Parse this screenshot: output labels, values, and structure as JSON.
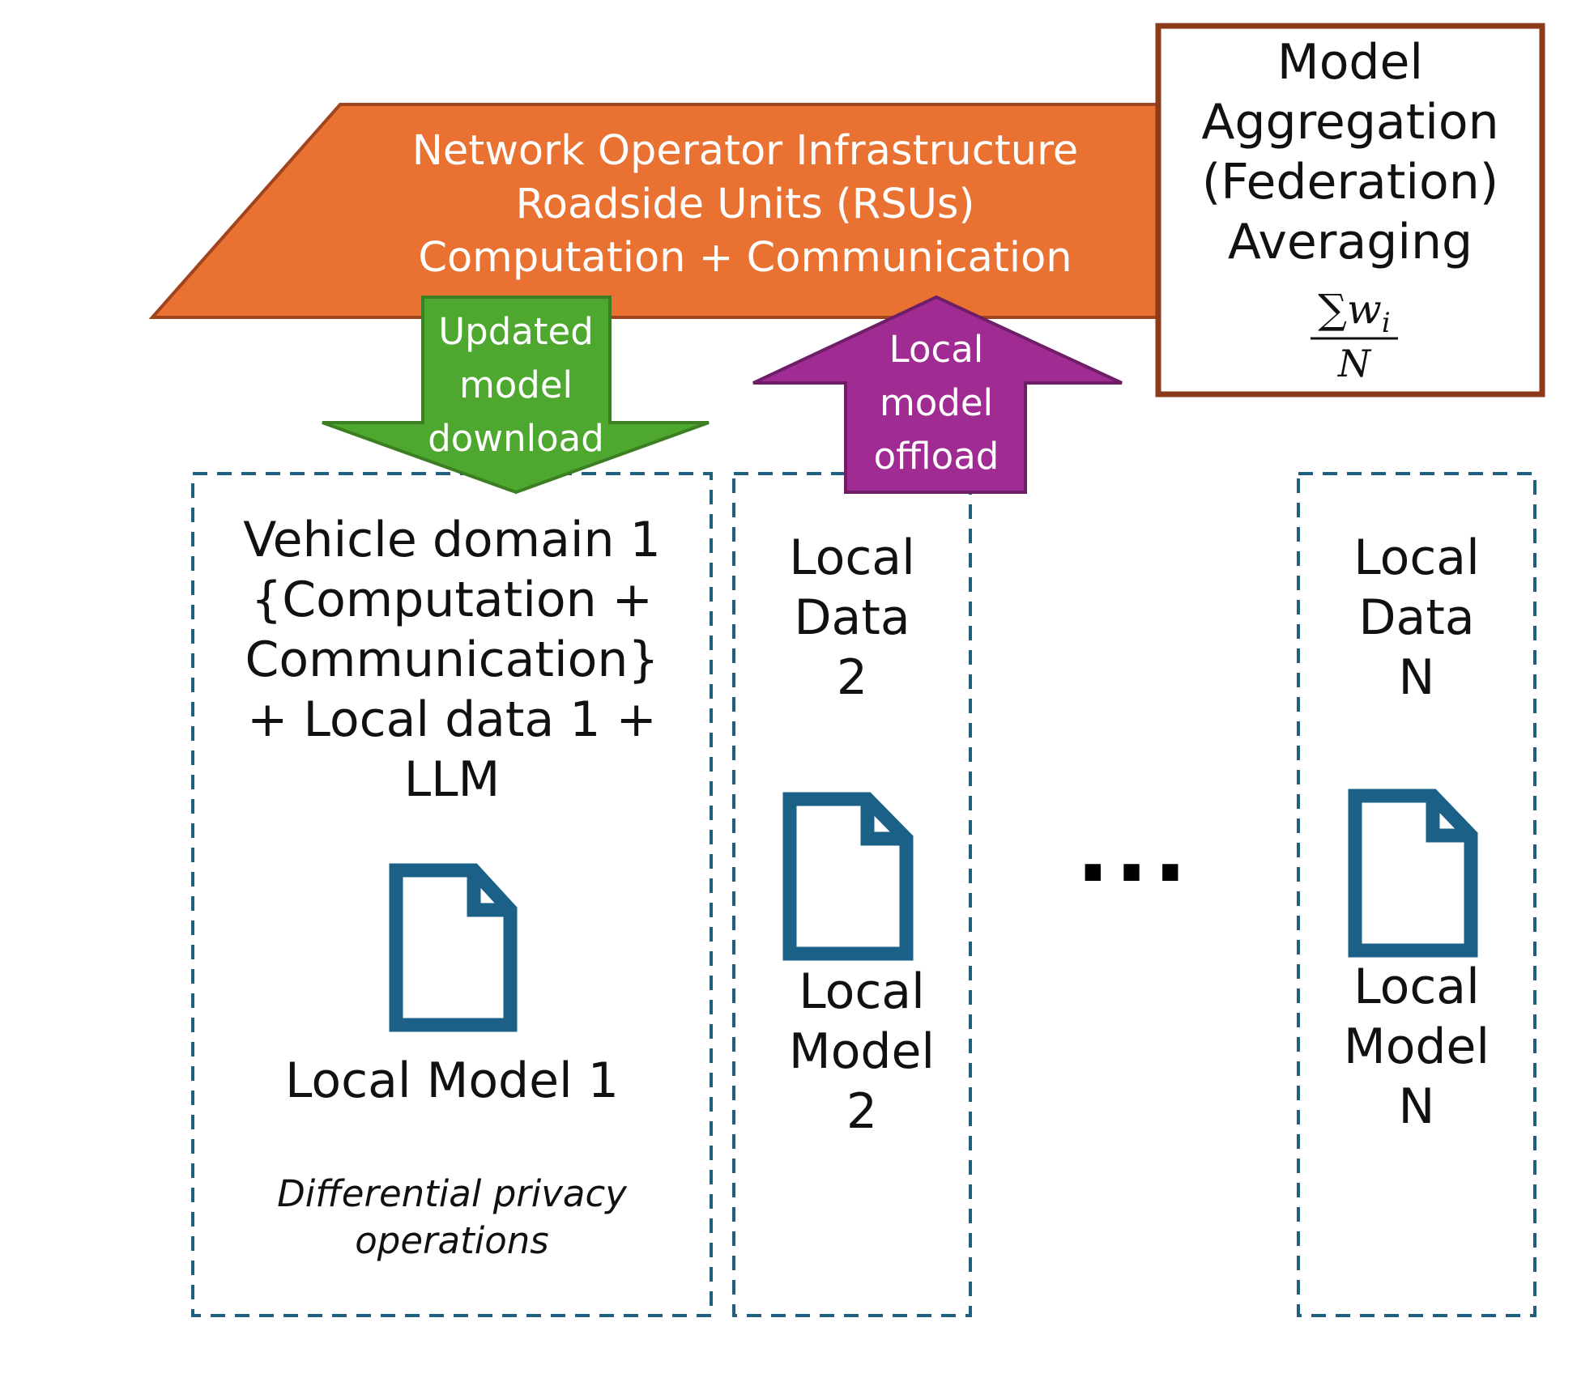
{
  "infrastructure": {
    "lines": [
      "Network Operator Infrastructure",
      "Roadside Units (RSUs)",
      "Computation + Communication"
    ],
    "fill": "#E97132",
    "stroke": "#A0441E"
  },
  "aggregation": {
    "lines": [
      "Model",
      "Aggregation",
      "(Federation)",
      "Averaging"
    ],
    "formula": {
      "sum": "∑",
      "var": "w",
      "sub": "i",
      "denominator": "N"
    },
    "border": "#8B3A1A"
  },
  "download_arrow": {
    "lines": [
      "Updated",
      "model",
      "download"
    ],
    "fill": "#4EA72E"
  },
  "offload_arrow": {
    "lines": [
      "Local",
      "model",
      "offload"
    ],
    "fill": "#A02B93"
  },
  "domain1": {
    "lines": [
      "Vehicle domain 1",
      "{Computation +",
      "Communication}",
      "+ Local data 1 +",
      "LLM"
    ],
    "model_label": "Local Model 1",
    "dp_lines": [
      "Differential privacy",
      "operations"
    ],
    "icon": "document-icon"
  },
  "domain2": {
    "data_lines": [
      "Local",
      "Data",
      "2"
    ],
    "model_lines": [
      "Local",
      "Model",
      "2"
    ],
    "icon": "document-icon"
  },
  "domainN": {
    "data_lines": [
      "Local",
      "Data",
      "N"
    ],
    "model_lines": [
      "Local",
      "Model",
      "N"
    ],
    "icon": "document-icon"
  },
  "ellipsis": "...",
  "colors": {
    "dashed_border": "#1F5F7F",
    "doc_icon": "#1B6187"
  }
}
